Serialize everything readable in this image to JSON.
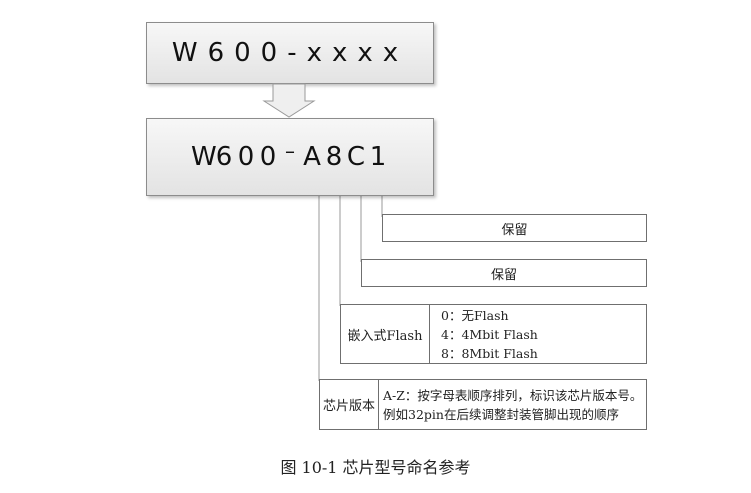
{
  "diagram": {
    "model_top": "W600-xxxx",
    "model_bottom": {
      "prefix_chars": [
        "W",
        "6",
        "0",
        "0"
      ],
      "dash": "–",
      "code_chars": [
        "A",
        "8",
        "C",
        "1"
      ]
    },
    "fields": {
      "reserved_1": "保留",
      "reserved_2": "保留",
      "flash": {
        "label": "嵌入式Flash",
        "lines": [
          "0：无Flash",
          "4：4Mbit Flash",
          "8：8Mbit Flash"
        ]
      },
      "chip_version": {
        "label": "芯片版本",
        "lines": [
          "A-Z：按字母表顺序排列，标识该芯片版本号。",
          "例如32pin在后续调整封装管脚出现的顺序"
        ]
      }
    },
    "caption": "图 10-1  芯片型号命名参考",
    "colors": {
      "box_fill": "#ececec",
      "border": "#8c8c8c",
      "line": "#9a9a9a"
    }
  }
}
